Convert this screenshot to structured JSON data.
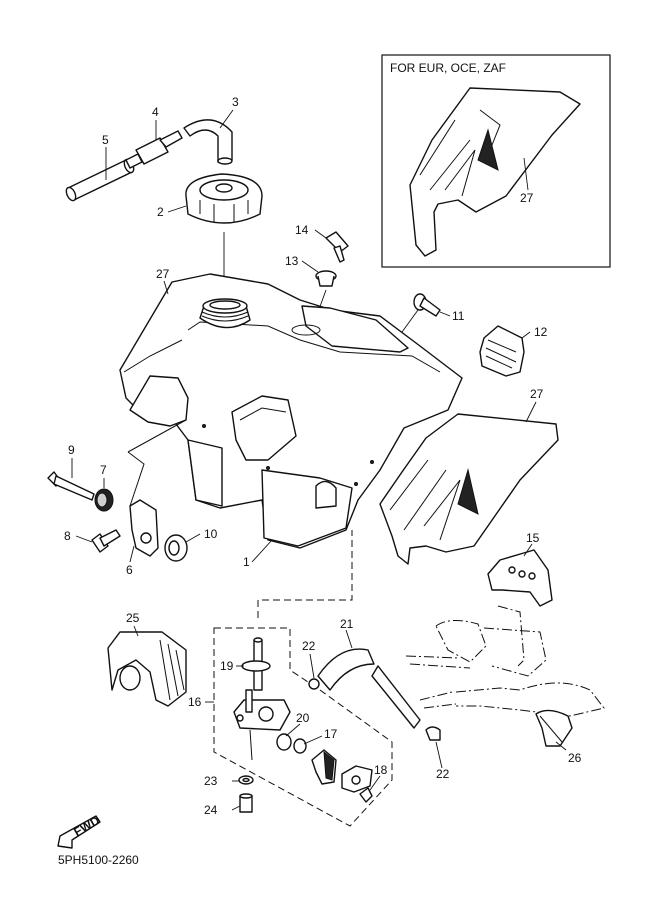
{
  "inset": {
    "title": "FOR EUR, OCE, ZAF"
  },
  "diagram_code": "5PH5100-2260",
  "fwd_label": "FWD",
  "callouts": [
    {
      "id": "c1",
      "text": "1"
    },
    {
      "id": "c2",
      "text": "2"
    },
    {
      "id": "c3",
      "text": "3"
    },
    {
      "id": "c4",
      "text": "4"
    },
    {
      "id": "c5",
      "text": "5"
    },
    {
      "id": "c6",
      "text": "6"
    },
    {
      "id": "c7",
      "text": "7"
    },
    {
      "id": "c8",
      "text": "8"
    },
    {
      "id": "c9",
      "text": "9"
    },
    {
      "id": "c10",
      "text": "10"
    },
    {
      "id": "c11",
      "text": "11"
    },
    {
      "id": "c12",
      "text": "12"
    },
    {
      "id": "c13",
      "text": "13"
    },
    {
      "id": "c14",
      "text": "14"
    },
    {
      "id": "c15",
      "text": "15"
    },
    {
      "id": "c16",
      "text": "16"
    },
    {
      "id": "c17",
      "text": "17"
    },
    {
      "id": "c18",
      "text": "18"
    },
    {
      "id": "c19",
      "text": "19"
    },
    {
      "id": "c20",
      "text": "20"
    },
    {
      "id": "c21",
      "text": "21"
    },
    {
      "id": "c22a",
      "text": "22"
    },
    {
      "id": "c22b",
      "text": "22"
    },
    {
      "id": "c23",
      "text": "23"
    },
    {
      "id": "c24",
      "text": "24"
    },
    {
      "id": "c25",
      "text": "25"
    },
    {
      "id": "c26",
      "text": "26"
    },
    {
      "id": "c27a",
      "text": "27"
    },
    {
      "id": "c27b",
      "text": "27"
    },
    {
      "id": "c27c",
      "text": "27"
    }
  ]
}
